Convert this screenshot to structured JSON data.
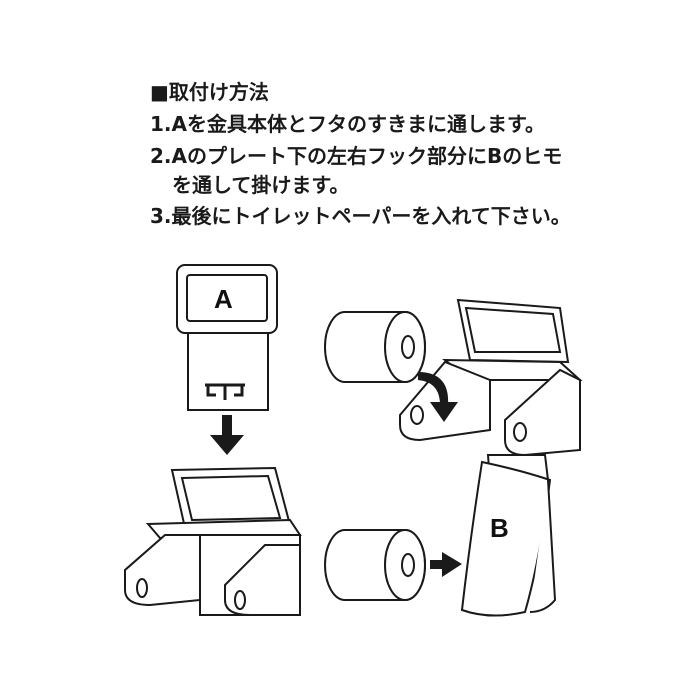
{
  "instructions": {
    "heading": "■取付け方法",
    "step1": "1.Aを金具本体とフタのすきまに通します。",
    "step2a": "2.Aのプレート下の左右フック部分にBのヒモ",
    "step2b": "を通して掛けます。",
    "step3": "3.最後にトイレットペーパーを入れて下さい。"
  },
  "labels": {
    "a": "A",
    "b": "B"
  },
  "colors": {
    "ink": "#1a1a1a",
    "background": "#ffffff"
  }
}
